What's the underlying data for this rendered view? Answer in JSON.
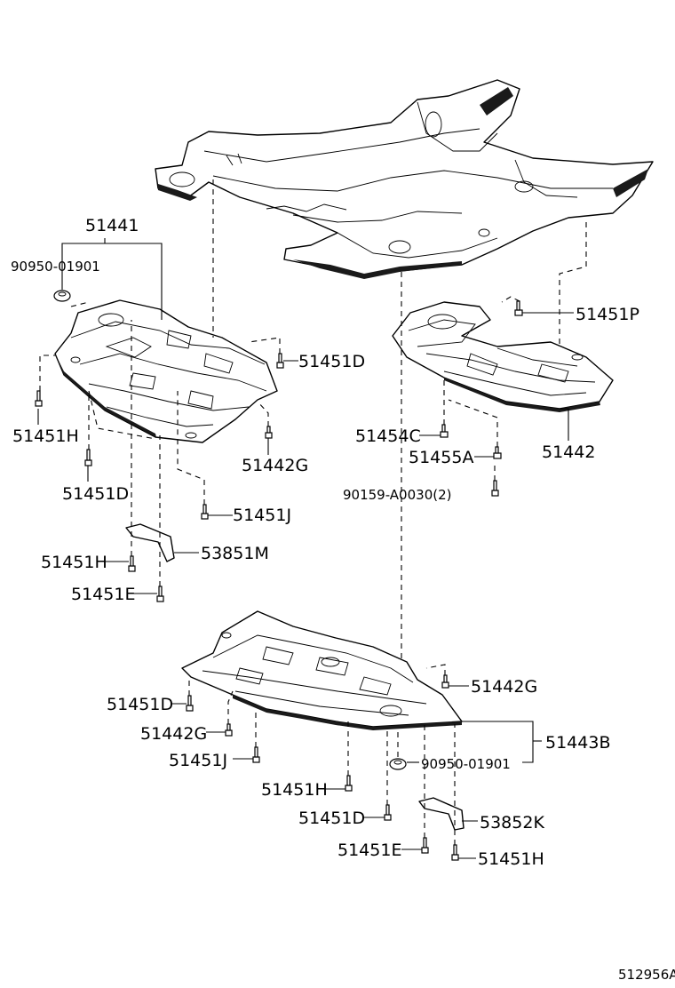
{
  "labels": {
    "p51441": "51441",
    "p90950_top": "90950-01901",
    "p51451D_a": "51451D",
    "p51451H_a": "51451H",
    "p51442G_a": "51442G",
    "p51451D_b": "51451D",
    "p51451J_a": "51451J",
    "p51451H_b": "51451H",
    "p53851M": "53851M",
    "p51451E_a": "51451E",
    "p51451P": "51451P",
    "p51454C": "51454C",
    "p51455A": "51455A",
    "p51442": "51442",
    "p90159": "90159-A0030(2)",
    "p51442G_b": "51442G",
    "p51451D_c": "51451D",
    "p51442G_c": "51442G",
    "p51443B": "51443B",
    "p51451J_b": "51451J",
    "p90950_bottom": "90950-01901",
    "p51451H_c": "51451H",
    "p51451D_d": "51451D",
    "p53852K": "53852K",
    "p51451E_b": "51451E",
    "p51451H_d": "51451H"
  },
  "illustration_code": "512956A"
}
